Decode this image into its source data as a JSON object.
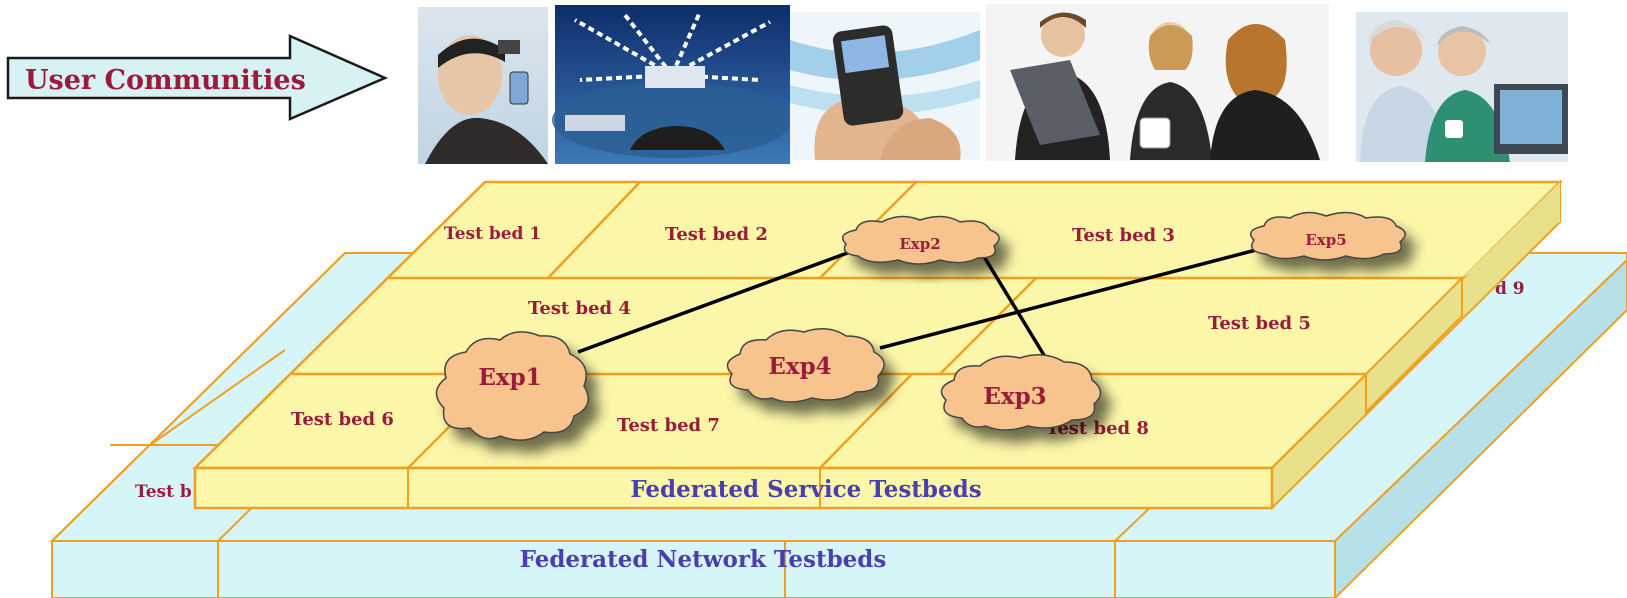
{
  "arrow": {
    "label": "User Communities"
  },
  "photos": [
    {
      "name": "photo-wearable-device-user"
    },
    {
      "name": "photo-connected-city-network"
    },
    {
      "name": "photo-smartphone-in-hands"
    },
    {
      "name": "photo-business-team-laptop"
    },
    {
      "name": "photo-seniors-at-computer"
    }
  ],
  "layers": {
    "service": "Federated Service Testbeds",
    "network": "Federated Network Testbeds"
  },
  "testbeds": {
    "tb1": "Test bed 1",
    "tb2": "Test bed 2",
    "tb3": "Test bed 3",
    "tb4": "Test bed 4",
    "tb5": "Test bed 5",
    "tb6": "Test bed 6",
    "tb7": "Test bed 7",
    "tb8": "Test bed 8",
    "tb9_partial": "d 9",
    "tb_left_partial": "Test b"
  },
  "experiments": {
    "exp1": "Exp1",
    "exp2": "Exp2",
    "exp3": "Exp3",
    "exp4": "Exp4",
    "exp5": "Exp5"
  },
  "colors": {
    "label_red": "#9b1b3b",
    "label_blue": "#4b3fb0",
    "service_fill": "#fbf6a8",
    "network_fill": "#d6f5f8",
    "border_orange": "#f0a020",
    "cloud_fill": "#f7c48e",
    "arrow_fill": "#d8f1f3"
  }
}
